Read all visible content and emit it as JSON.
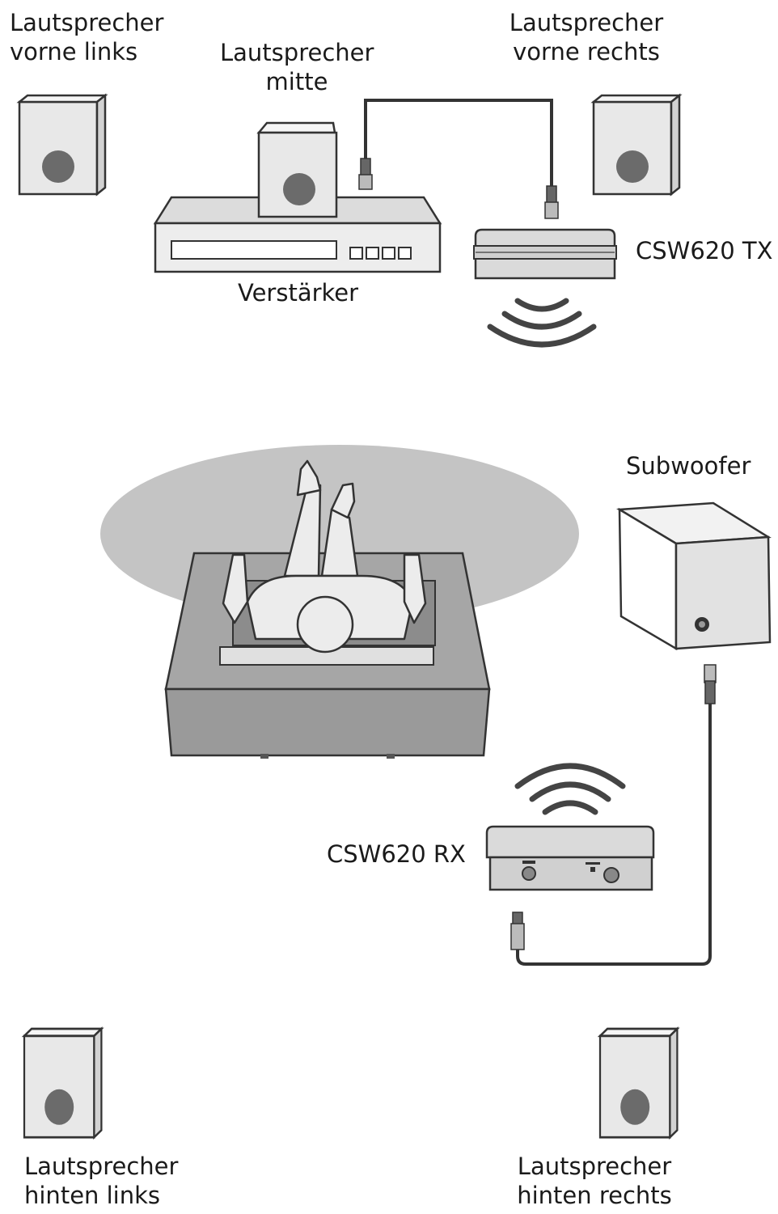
{
  "labels": {
    "front_left": [
      "Lautsprecher",
      "vorne links"
    ],
    "center": [
      "Lautsprecher",
      "mitte"
    ],
    "front_right": [
      "Lautsprecher",
      "vorne rechts"
    ],
    "amplifier": "Verstärker",
    "transmitter": "CSW620 TX",
    "subwoofer": "Subwoofer",
    "receiver": "CSW620 RX",
    "rear_left": [
      "Lautsprecher",
      "hinten links"
    ],
    "rear_right": [
      "Lautsprecher",
      "hinten rechts"
    ]
  },
  "colors": {
    "outline": "#333333",
    "speaker_fill": "#e8e8e8",
    "speaker_cone": "#6b6b6b",
    "zone": "#c4c4c4",
    "couch": "#a6a6a6",
    "person": "#ececec",
    "wave": "#444444"
  }
}
